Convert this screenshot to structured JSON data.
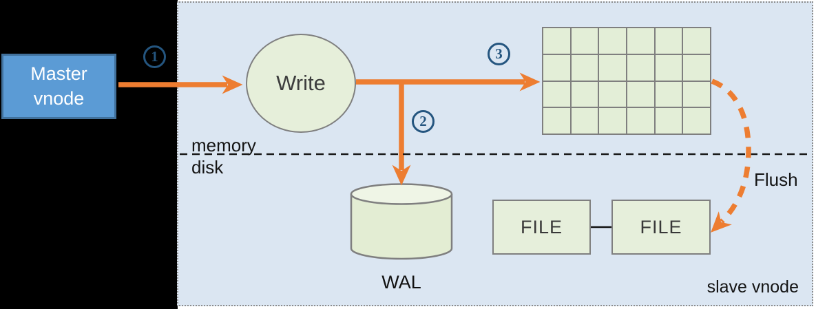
{
  "colors": {
    "arrow_orange": "#ED7D31",
    "panel_bg": "#dbe6f2",
    "node_green": "#e6efda",
    "node_border": "#7f7f7f",
    "master_fill": "#5b9bd5",
    "master_border": "#41719c",
    "step_blue": "#24557f",
    "backdrop": "#000000"
  },
  "master_vnode": {
    "label": "Master vnode"
  },
  "steps": [
    "1",
    "2",
    "3"
  ],
  "write_node": {
    "label": "Write"
  },
  "memtable_grid": {
    "rows": 4,
    "cols": 6
  },
  "wal": {
    "label": "WAL"
  },
  "files": [
    {
      "label": "FILE"
    },
    {
      "label": "FILE"
    }
  ],
  "flush": {
    "label": "Flush"
  },
  "region": {
    "memory_label": "memory",
    "disk_label": "disk",
    "slave_label": "slave vnode"
  }
}
